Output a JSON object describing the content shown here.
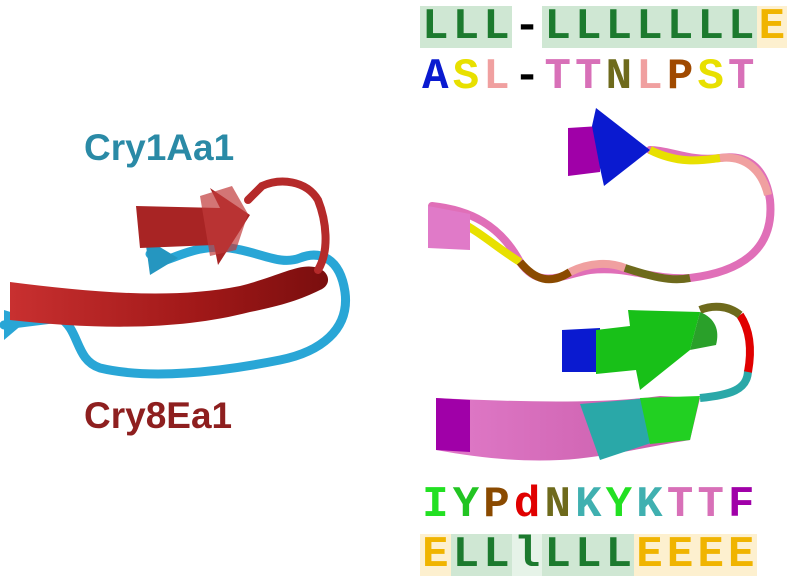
{
  "labels": {
    "cry1": {
      "text": "Cry1Aa1",
      "color": "#2a8aa6"
    },
    "cry8": {
      "text": "Cry8Ea1",
      "color": "#8e1f1f"
    }
  },
  "sequences": {
    "top_structure": {
      "cells": [
        {
          "ch": "L",
          "fg": "#1c7a2e",
          "bg": "#cfe7d3"
        },
        {
          "ch": "L",
          "fg": "#1c7a2e",
          "bg": "#cfe7d3"
        },
        {
          "ch": "L",
          "fg": "#1c7a2e",
          "bg": "#cfe7d3"
        },
        {
          "ch": "-",
          "fg": "#000000",
          "bg": "#ffffff"
        },
        {
          "ch": "L",
          "fg": "#1c7a2e",
          "bg": "#cfe7d3"
        },
        {
          "ch": "L",
          "fg": "#1c7a2e",
          "bg": "#cfe7d3"
        },
        {
          "ch": "L",
          "fg": "#1c7a2e",
          "bg": "#cfe7d3"
        },
        {
          "ch": "L",
          "fg": "#1c7a2e",
          "bg": "#cfe7d3"
        },
        {
          "ch": "L",
          "fg": "#1c7a2e",
          "bg": "#cfe7d3"
        },
        {
          "ch": "L",
          "fg": "#1c7a2e",
          "bg": "#cfe7d3"
        },
        {
          "ch": "L",
          "fg": "#1c7a2e",
          "bg": "#cfe7d3"
        },
        {
          "ch": "E",
          "fg": "#f0b400",
          "bg": "#fdf0cf"
        }
      ]
    },
    "top_residues": {
      "cells": [
        {
          "ch": "A",
          "fg": "#0a1ad0",
          "bg": "#ffffff"
        },
        {
          "ch": "S",
          "fg": "#e8e000",
          "bg": "#ffffff"
        },
        {
          "ch": "L",
          "fg": "#f0a0a0",
          "bg": "#ffffff"
        },
        {
          "ch": "-",
          "fg": "#000000",
          "bg": "#ffffff"
        },
        {
          "ch": "T",
          "fg": "#d870b8",
          "bg": "#ffffff"
        },
        {
          "ch": "T",
          "fg": "#d870b8",
          "bg": "#ffffff"
        },
        {
          "ch": "N",
          "fg": "#6e6a1c",
          "bg": "#ffffff"
        },
        {
          "ch": "L",
          "fg": "#f0a0a0",
          "bg": "#ffffff"
        },
        {
          "ch": "P",
          "fg": "#a04a00",
          "bg": "#ffffff"
        },
        {
          "ch": "S",
          "fg": "#e8e000",
          "bg": "#ffffff"
        },
        {
          "ch": "T",
          "fg": "#d870b8",
          "bg": "#ffffff"
        }
      ]
    },
    "bottom_residues": {
      "cells": [
        {
          "ch": "I",
          "fg": "#22e022",
          "bg": "#ffffff"
        },
        {
          "ch": "Y",
          "fg": "#22c422",
          "bg": "#ffffff"
        },
        {
          "ch": "P",
          "fg": "#8a4a00",
          "bg": "#ffffff"
        },
        {
          "ch": "d",
          "fg": "#e00000",
          "bg": "#ffffff"
        },
        {
          "ch": "N",
          "fg": "#6e6a1c",
          "bg": "#ffffff"
        },
        {
          "ch": "K",
          "fg": "#40b0b0",
          "bg": "#ffffff"
        },
        {
          "ch": "Y",
          "fg": "#22e022",
          "bg": "#ffffff"
        },
        {
          "ch": "K",
          "fg": "#40b0b0",
          "bg": "#ffffff"
        },
        {
          "ch": "T",
          "fg": "#d870b8",
          "bg": "#ffffff"
        },
        {
          "ch": "T",
          "fg": "#d870b8",
          "bg": "#ffffff"
        },
        {
          "ch": "F",
          "fg": "#a000a8",
          "bg": "#ffffff"
        }
      ]
    },
    "bottom_structure": {
      "cells": [
        {
          "ch": "E",
          "fg": "#f0b400",
          "bg": "#fdf0cf"
        },
        {
          "ch": "L",
          "fg": "#1c7a2e",
          "bg": "#cfe7d3"
        },
        {
          "ch": "L",
          "fg": "#1c7a2e",
          "bg": "#cfe7d3"
        },
        {
          "ch": "l",
          "fg": "#1c7a2e",
          "bg": "#e6f3e8"
        },
        {
          "ch": "L",
          "fg": "#1c7a2e",
          "bg": "#cfe7d3"
        },
        {
          "ch": "L",
          "fg": "#1c7a2e",
          "bg": "#cfe7d3"
        },
        {
          "ch": "L",
          "fg": "#1c7a2e",
          "bg": "#cfe7d3"
        },
        {
          "ch": "E",
          "fg": "#f0b400",
          "bg": "#fdf0cf"
        },
        {
          "ch": "E",
          "fg": "#f0b400",
          "bg": "#fdf0cf"
        },
        {
          "ch": "E",
          "fg": "#f0b400",
          "bg": "#fdf0cf"
        },
        {
          "ch": "E",
          "fg": "#f0b400",
          "bg": "#fdf0cf"
        }
      ]
    }
  },
  "colors": {
    "cry1_ribbon": "#29a6d6",
    "cry8_ribbon": "#b52a2a"
  }
}
